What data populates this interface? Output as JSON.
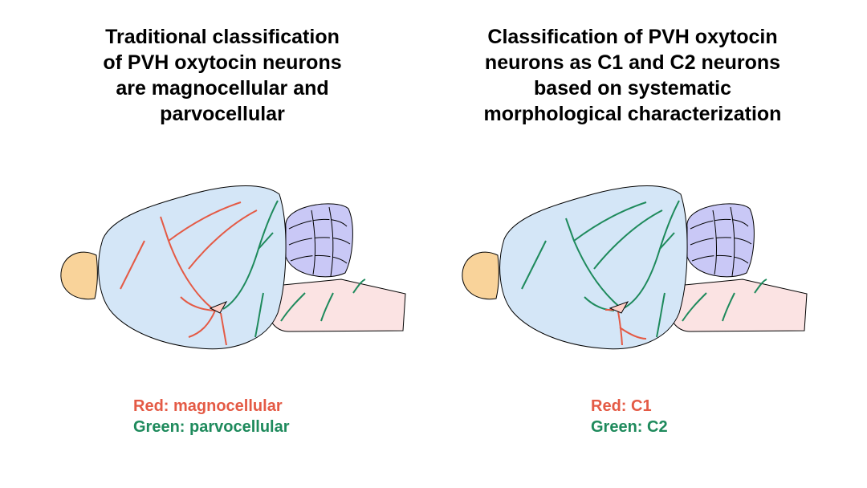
{
  "panels": [
    {
      "title": "Traditional classification\nof PVH oxytocin neurons\nare magnocellular and\nparvocellular",
      "legend": {
        "red": "Red: magnocellular",
        "green": "Green: parvocellular"
      }
    },
    {
      "title": "Classification of PVH oxytocin\nneurons as C1 and C2 neurons\nbased on systematic\nmorphological characterization",
      "legend": {
        "red": "Red: C1",
        "green": "Green: C2"
      }
    }
  ],
  "colors": {
    "red": "#e45a45",
    "green": "#1e8a5c",
    "cortex_fill": "#d4e6f7",
    "cerebellum_fill": "#c9c8f6",
    "olfactory_fill": "#f9d39a",
    "brainstem_fill": "#fbe3e3"
  }
}
